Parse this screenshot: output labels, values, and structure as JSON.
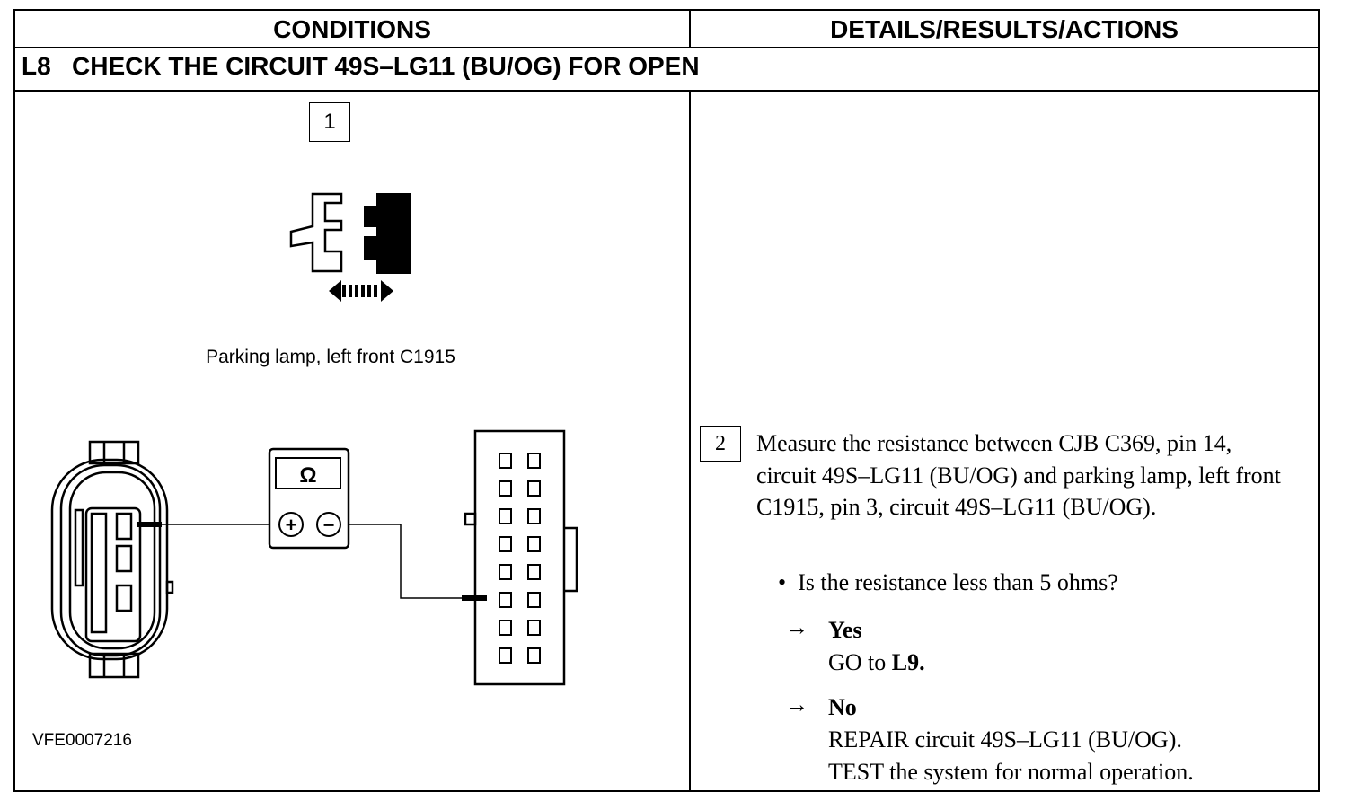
{
  "header": {
    "left": "CONDITIONS",
    "right": "DETAILS/RESULTS/ACTIONS"
  },
  "title": "L8   CHECK THE CIRCUIT 49S–LG11 (BU/OG) FOR OPEN",
  "step1": {
    "number": "1",
    "caption": "Parking lamp, left front C1915"
  },
  "figure_id": "VFE0007216",
  "meter_symbol": "Ω",
  "meter_plus": "+",
  "meter_minus": "−",
  "step2": {
    "number": "2",
    "instruction": "Measure the resistance between CJB C369, pin 14, circuit 49S–LG11 (BU/OG) and parking lamp, left front C1915, pin 3, circuit 49S–LG11 (BU/OG).",
    "question": "Is the resistance less than 5 ohms?",
    "bullet": "•",
    "arrow": "→",
    "yes": {
      "label": "Yes",
      "action_prefix": "GO to ",
      "action_target": "L9."
    },
    "no": {
      "label": "No",
      "action_line1": "REPAIR circuit 49S–LG11 (BU/OG).",
      "action_line2": "TEST the system for normal operation."
    }
  }
}
